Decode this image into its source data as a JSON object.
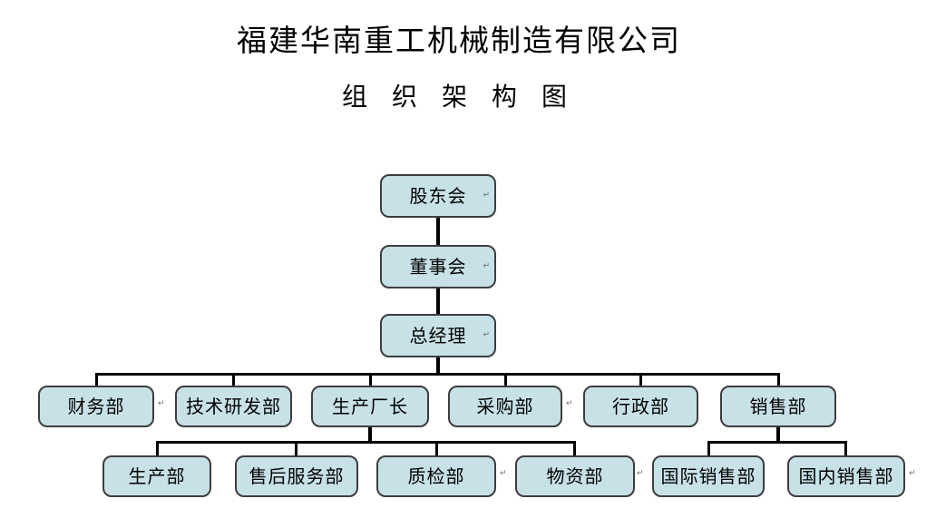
{
  "page": {
    "title": "福建华南重工机械制造有限公司",
    "subtitle": "组 织 架 构 图"
  },
  "org": {
    "top_chain": [
      {
        "label": "股东会"
      },
      {
        "label": "董事会"
      },
      {
        "label": "总经理"
      }
    ],
    "departments": [
      {
        "label": "财务部"
      },
      {
        "label": "技术研发部"
      },
      {
        "label": "生产厂长"
      },
      {
        "label": "采购部"
      },
      {
        "label": "行政部"
      },
      {
        "label": "销售部"
      }
    ],
    "production_children": [
      {
        "label": "生产部"
      },
      {
        "label": "售后服务部"
      },
      {
        "label": "质检部"
      },
      {
        "label": "物资部"
      }
    ],
    "sales_children": [
      {
        "label": "国际销售部"
      },
      {
        "label": "国内销售部"
      }
    ]
  },
  "style": {
    "node_fill": "#c7e1e7",
    "node_border": "#3d3d3d",
    "connector_color": "#000000",
    "background": "#ffffff"
  },
  "artifacts": {
    "paragraph_mark": "↵"
  }
}
